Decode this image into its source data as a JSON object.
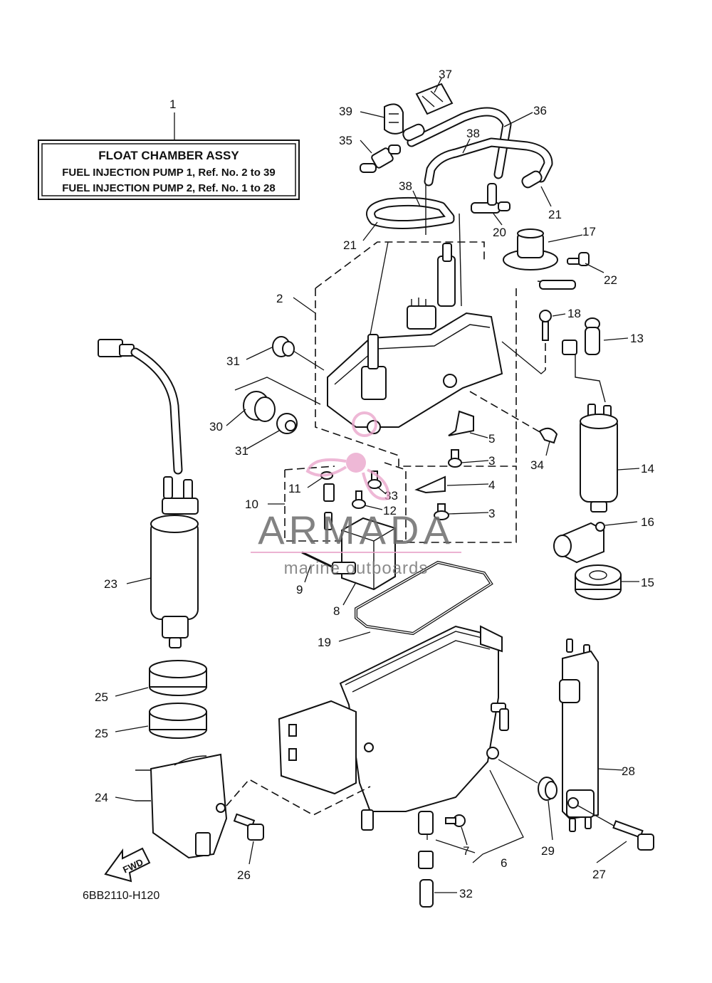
{
  "header_box": {
    "ref_number": "1",
    "title": "FLOAT CHAMBER ASSY",
    "line1": "FUEL INJECTION PUMP 1,  Ref. No. 2 to 39",
    "line2": "FUEL INJECTION PUMP 2,  Ref. No. 1 to 28"
  },
  "callouts": {
    "c2": "2",
    "c3a": "3",
    "c3b": "3",
    "c4": "4",
    "c5": "5",
    "c6": "6",
    "c7": "7",
    "c8": "8",
    "c9": "9",
    "c10": "10",
    "c11": "11",
    "c12": "12",
    "c13": "13",
    "c14": "14",
    "c15": "15",
    "c16": "16",
    "c17": "17",
    "c18": "18",
    "c19": "19",
    "c20": "20",
    "c21a": "21",
    "c21b": "21",
    "c22": "22",
    "c23": "23",
    "c24": "24",
    "c25a": "25",
    "c25b": "25",
    "c26": "26",
    "c27": "27",
    "c28": "28",
    "c29": "29",
    "c30": "30",
    "c31a": "31",
    "c31b": "31",
    "c32": "32",
    "c33": "33",
    "c34": "34",
    "c35": "35",
    "c36": "36",
    "c37": "37",
    "c38a": "38",
    "c38b": "38",
    "c39": "39"
  },
  "fwd_label": "FWD",
  "diagram_code": "6BB2110-H120",
  "watermark": {
    "brand": "ARMADA",
    "tagline": "marine outboards",
    "accent_color": "#e8a0c8"
  }
}
